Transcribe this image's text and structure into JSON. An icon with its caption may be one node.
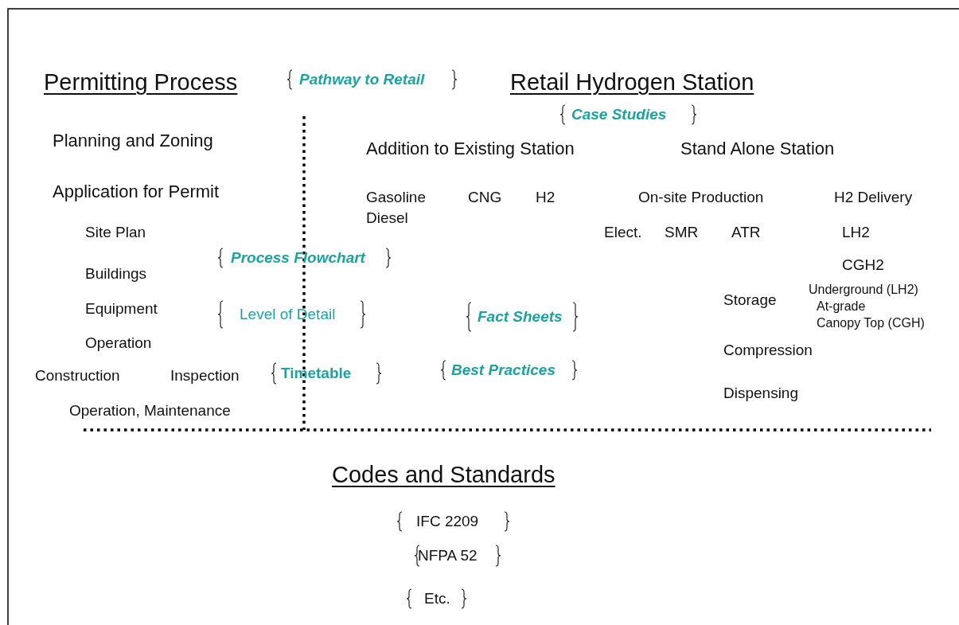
{
  "diagram": {
    "labels": [
      "Permitting Process",
      "Pathway to Retail",
      "Retail Hydrogen Station",
      "Case Studies",
      "Planning and Zoning",
      "Addition to Existing Station",
      "Stand Alone Station",
      "Application for Permit",
      "Gasoline",
      "CNG",
      "H2",
      "On-site Production",
      "H2 Delivery",
      "Diesel",
      "Site Plan",
      "Elect.",
      "SMR",
      "ATR",
      "LH2",
      "Process Flowchart",
      "CGH2",
      "Buildings",
      "Equipment",
      "Level of Detail",
      "Fact Sheets",
      "Storage",
      "Underground (LH2)",
      "At-grade",
      "Canopy Top (CGH)",
      "Operation",
      "Compression",
      "Construction",
      "Inspection",
      "Timetable",
      "Best Practices",
      "Dispensing",
      "Operation, Maintenance",
      "Codes and Standards",
      "IFC 2209",
      "NFPA 52",
      "Etc."
    ]
  }
}
